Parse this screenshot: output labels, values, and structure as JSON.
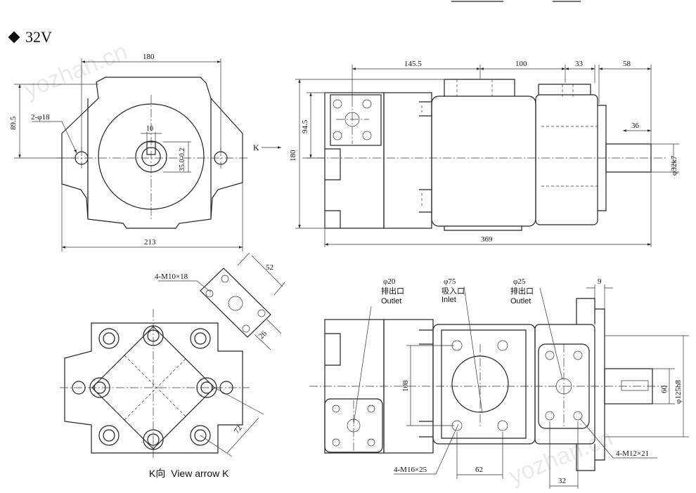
{
  "title": "32V",
  "watermarks": [
    "yozhan.cn",
    "yozhan.cn"
  ],
  "front_view": {
    "dim_width": "180",
    "dim_height": "89.5",
    "hole_note": "2-φ18",
    "key_width": "10",
    "key_depth": "35.0-0.2",
    "dim_overall": "213"
  },
  "side_view": {
    "dim_a": "145.5",
    "dim_b": "100",
    "dim_c": "33",
    "dim_d": "58",
    "dim_height": "180",
    "dim_port": "94.5",
    "dim_shaft_len": "36",
    "shaft_dia": "φ32k7",
    "dim_overall": "369",
    "view_marker": "K"
  },
  "k_view": {
    "bolt_note": "4-M10×18",
    "dim_52": "52",
    "dim_26": "26",
    "dim_72": "72",
    "caption_cn": "K向",
    "caption_en": "View arrow K"
  },
  "bottom_view": {
    "port1_dia": "φ20",
    "port1_cn": "排出口",
    "port1_en": "Outlet",
    "port2_dia": "φ75",
    "port2_cn": "吸入口",
    "port2_en": "Inlet",
    "port3_dia": "φ25",
    "port3_cn": "排出口",
    "port3_en": "Outlet",
    "dim_9": "9",
    "dim_108": "108",
    "dim_60": "60",
    "dim_125": "φ125h8",
    "bolt_m16": "4-M16×25",
    "bolt_m12": "4-M12×21",
    "dim_62": "62",
    "dim_32": "32"
  }
}
